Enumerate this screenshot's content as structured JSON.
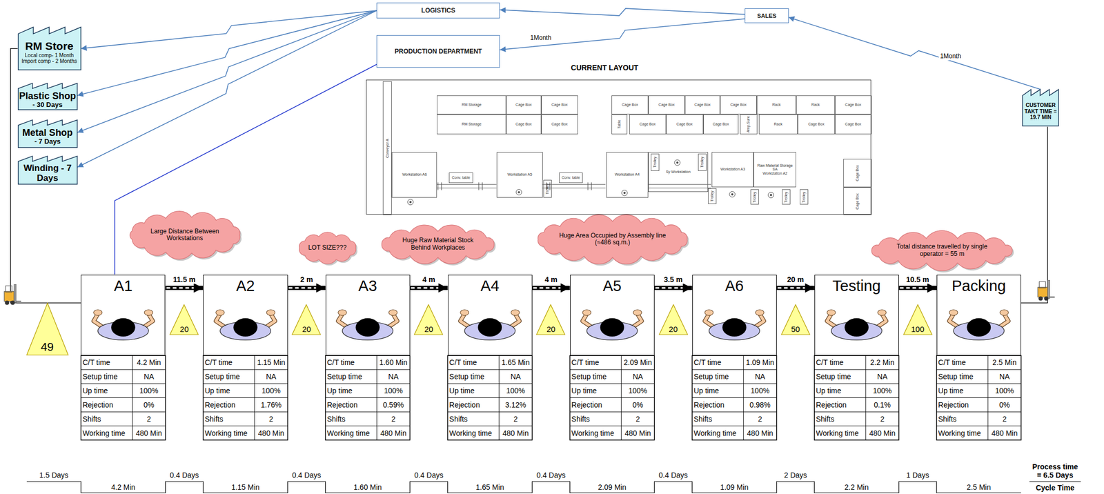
{
  "diagram": {
    "nodes": [
      {
        "text": [
          "RM Store",
          "Local comp- 1 Month Import comp - 2 Months"
        ]
      },
      {
        "text": [
          "Plastic Shop",
          "- 30 Days"
        ]
      },
      {
        "text": [
          "Metal Shop",
          "- 7 Days"
        ]
      },
      {
        "text": [
          "Winding - 7 Days"
        ]
      },
      {
        "text": [
          "LOGISTICS"
        ]
      },
      {
        "text": [
          "PRODUCTION DEPARTMENT"
        ]
      },
      {
        "text": [
          "SALES"
        ]
      },
      {
        "text": [
          "CUSTOMER",
          "TAKT TIME = 19.7 MIN"
        ]
      },
      {
        "text": [
          "CURRENT LAYOUT"
        ]
      },
      {
        "text": [
          "Conveyor A"
        ],
        "in": 8
      },
      {
        "text": [
          "RM Storage"
        ],
        "in": 8
      },
      {
        "text": [
          "RM Storage"
        ],
        "in": 8
      },
      {
        "text": [
          "Cage Box"
        ],
        "in": 8
      },
      {
        "text": [
          "Cage Box"
        ],
        "in": 8
      },
      {
        "text": [
          "Cage Box"
        ],
        "in": 8
      },
      {
        "text": [
          "Cage Box"
        ],
        "in": 8
      },
      {
        "text": [
          "Cage Box"
        ],
        "in": 8
      },
      {
        "text": [
          "Cage Box"
        ],
        "in": 8
      },
      {
        "text": [
          "Cage Box"
        ],
        "in": 8
      },
      {
        "text": [
          "Cage Box"
        ],
        "in": 8
      },
      {
        "text": [
          "Rack"
        ],
        "in": 8
      },
      {
        "text": [
          "Rack"
        ],
        "in": 8
      },
      {
        "text": [
          "Cage Box"
        ],
        "in": 8
      },
      {
        "text": [
          "Table"
        ],
        "in": 8
      },
      {
        "text": [
          "Cage Box"
        ],
        "in": 8
      },
      {
        "text": [
          "Cage Box"
        ],
        "in": 8
      },
      {
        "text": [
          "Cage Box"
        ],
        "in": 8
      },
      {
        "text": [
          "Amp.Sure"
        ],
        "in": 8
      },
      {
        "text": [
          "Rack"
        ],
        "in": 8
      },
      {
        "text": [
          "Cage Box"
        ],
        "in": 8
      },
      {
        "text": [
          "Cage Box"
        ],
        "in": 8
      },
      {
        "text": [
          "Workstation A6"
        ],
        "in": 8
      },
      {
        "text": [
          "Conv. table"
        ],
        "in": 8
      },
      {
        "text": [
          "Conv. table"
        ],
        "in": 8
      },
      {
        "text": [
          "Workstation A5"
        ],
        "in": 8
      },
      {
        "text": [
          "Trolley"
        ],
        "in": 8
      },
      {
        "text": [
          "Workstation A4"
        ],
        "in": 8
      },
      {
        "text": [
          "Sy Workstation"
        ],
        "in": 8
      },
      {
        "text": [
          "Trolley"
        ],
        "in": 37
      },
      {
        "text": [
          "Trolley"
        ],
        "in": 37
      },
      {
        "text": [
          "Workstation A3"
        ],
        "in": 8
      },
      {
        "text": [
          "Raw Material Storage SA",
          "Workstation A2"
        ],
        "in": 8
      },
      {
        "text": [
          "Trolley"
        ],
        "in": 8
      },
      {
        "text": [
          "Trolley"
        ],
        "in": 8
      },
      {
        "text": [
          "Trolley"
        ],
        "in": 8
      },
      {
        "text": [
          "Trolley"
        ],
        "in": 8
      },
      {
        "text": [
          "Cage Box"
        ],
        "in": 8
      },
      {
        "text": [
          "Cage Box"
        ],
        "in": 8
      },
      {
        "text": [
          "Large Distance Between Workstations"
        ]
      },
      {
        "text": [
          "LOT SIZE???"
        ]
      },
      {
        "text": [
          "Huge Raw Material Stock Behind Workplaces"
        ]
      },
      {
        "text": [
          "Huge Area Occupied by Assembly line (≈486 sq.m.)"
        ]
      },
      {
        "text": [
          "Total distance travelled by single operator = 55 m"
        ]
      },
      {
        "text": [
          "49"
        ]
      },
      {
        "text": [
          "A1"
        ]
      },
      {
        "text": [
          "A2"
        ]
      },
      {
        "text": [
          "A3"
        ]
      },
      {
        "text": [
          "A4"
        ]
      },
      {
        "text": [
          "A5"
        ]
      },
      {
        "text": [
          "A6"
        ]
      },
      {
        "text": [
          "Testing"
        ]
      },
      {
        "text": [
          "Packing"
        ]
      },
      {
        "text": [
          "20"
        ]
      },
      {
        "text": [
          "20"
        ]
      },
      {
        "text": [
          "20"
        ]
      },
      {
        "text": [
          "20"
        ]
      },
      {
        "text": [
          "20"
        ]
      },
      {
        "text": [
          "50"
        ]
      },
      {
        "text": [
          "100"
        ]
      }
    ],
    "edges": [
      {
        "from": 4,
        "to": 0,
        "arrow": "to"
      },
      {
        "from": 4,
        "to": 1,
        "arrow": "to"
      },
      {
        "from": 4,
        "to": 2,
        "arrow": "to"
      },
      {
        "from": 4,
        "to": 3,
        "arrow": "to"
      },
      {
        "from": 6,
        "to": 4,
        "arrow": "to"
      },
      {
        "from": 6,
        "to": 5,
        "label": "1Month",
        "arrow": "to"
      },
      {
        "from": 7,
        "to": 6,
        "label": "1Month",
        "arrow": "to"
      },
      {
        "from": 5,
        "to": 54,
        "arrow": "none"
      },
      {
        "from": 0,
        "to": 54,
        "arrow": "none"
      },
      {
        "from": 54,
        "to": 55,
        "label": "11.5 m",
        "arrow": "to"
      },
      {
        "from": 55,
        "to": 56,
        "label": "2 m",
        "arrow": "to"
      },
      {
        "from": 56,
        "to": 57,
        "label": "4 m",
        "arrow": "to"
      },
      {
        "from": 57,
        "to": 58,
        "label": "4 m",
        "arrow": "to"
      },
      {
        "from": 58,
        "to": 59,
        "label": "3.5 m",
        "arrow": "to"
      },
      {
        "from": 59,
        "to": 60,
        "label": "20 m",
        "arrow": "to"
      },
      {
        "from": 60,
        "to": 61,
        "label": "10.5 m",
        "arrow": "to"
      },
      {
        "from": 61,
        "to": 7,
        "arrow": "none"
      }
    ],
    "labels": [
      "C/T time",
      "4.2 Min",
      "Setup time",
      "NA",
      "Up time",
      "100%",
      "Rejection",
      "0%",
      "Shifts",
      "2",
      "Working time",
      "480 Min",
      "C/T time",
      "1.15 Min",
      "Setup time",
      "NA",
      "Up time",
      "100%",
      "Rejection",
      "1.76%",
      "Shifts",
      "2",
      "Working time",
      "480 Min",
      "C/T time",
      "1.60 Min",
      "Setup time",
      "NA",
      "Up time",
      "100%",
      "Rejection",
      "0.59%",
      "Shifts",
      "2",
      "Working time",
      "480 Min",
      "C/T time",
      "1.65 Min",
      "Setup time",
      "NA",
      "Up time",
      "100%",
      "Rejection",
      "3.12%",
      "Shifts",
      "2",
      "Working time",
      "480 Min",
      "C/T time",
      "2.09 Min",
      "Setup time",
      "NA",
      "Up time",
      "100%",
      "Rejection",
      "0%",
      "Shifts",
      "2",
      "Working time",
      "480 Min",
      "C/T time",
      "1.09 Min",
      "Setup time",
      "NA",
      "Up time",
      "100%",
      "Rejection",
      "0.98%",
      "Shifts",
      "2",
      "Working time",
      "480 Min",
      "C/T time",
      "2.2 Min",
      "Setup time",
      "NA",
      "Up time",
      "100%",
      "Rejection",
      "0.1%",
      "Shifts",
      "2",
      "Working time",
      "480 Min",
      "C/T time",
      "2.5 Min",
      "Setup time",
      "NA",
      "Up time",
      "100%",
      "Rejection",
      "0%",
      "Shifts",
      "2",
      "Working time",
      "480 Min",
      "1.5 Days",
      "4.2 Min",
      "0.4 Days",
      "1.15 Min",
      "0.4 Days",
      "1.60 Min",
      "0.4 Days",
      "1.65 Min",
      "0.4 Days",
      "2.09 Min",
      "0.4 Days",
      "1.09 Min",
      "2 Days",
      "2.2 Min",
      "1 Days",
      "2.5 Min",
      "Process time = 6.5 Days",
      "Cycle Time"
    ]
  }
}
